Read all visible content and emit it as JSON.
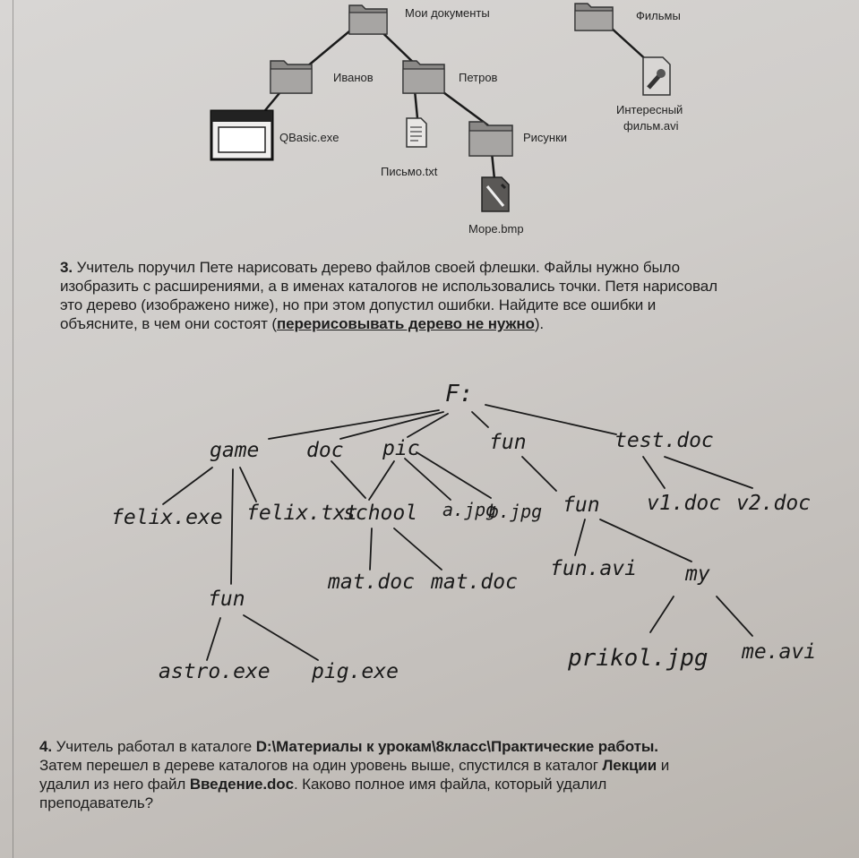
{
  "top_tree": {
    "folders": {
      "my_docs": "Мои документы",
      "films": "Фильмы",
      "ivanov": "Иванов",
      "petrov": "Петров",
      "pictures": "Рисунки"
    },
    "files": {
      "qbasic": "QBasic.exe",
      "letter": "Письмо.txt",
      "sea": "Море.bmp",
      "movie_line1": "Интересный",
      "movie_line2": "фильм.avi"
    }
  },
  "task3": {
    "number": "3.",
    "line1": "Учитель поручил Пете нарисовать дерево файлов своей флешки. Файлы нужно было",
    "line2": "изобразить с расширениями, а в именах каталогов не использовались точки. Петя нарисовал",
    "line3": "это дерево (изображено ниже), но при этом допустил ошибки. Найдите все ошибки и",
    "line4_start": "объясните,  в чем они состоят (",
    "line4_underlined": "перерисовывать дерево не нужно",
    "line4_end": ")."
  },
  "hand_tree": {
    "root": "F:",
    "game": "game",
    "doc": "doc",
    "pic": "pic",
    "fun_top": "fun",
    "test_doc": "test.doc",
    "felix_exe": "felix.exe",
    "felix_txt": "felix.txt",
    "school": "school",
    "a_jpg": "a.jpg",
    "b_jpg": "b.jpg",
    "fun_mid": "fun",
    "v1_doc": "v1.doc",
    "v2_doc": "v2.doc",
    "fun_game": "fun",
    "mat_doc_1": "mat.doc",
    "mat_doc_2": "mat.doc",
    "fun_avi": "fun.avi",
    "my": "my",
    "astro_exe": "astro.exe",
    "pig_exe": "pig.exe",
    "prikol_jpg": "prikol.jpg",
    "me_avi": "me.avi"
  },
  "task4": {
    "number": "4.",
    "line1_start": "Учитель работал в каталоге ",
    "line1_path": "D:\\Материалы к урокам\\8класс\\Практические работы.",
    "line2_start": "Затем перешел в дереве каталогов на один уровень выше, спустился в каталог ",
    "line2_folder": "Лекции",
    "line2_end": " и",
    "line3_start": "удалил из него файл ",
    "line3_file": "Введение.doc",
    "line3_end": ". Каково полное имя файла, который удалил",
    "line4": "преподаватель?"
  }
}
